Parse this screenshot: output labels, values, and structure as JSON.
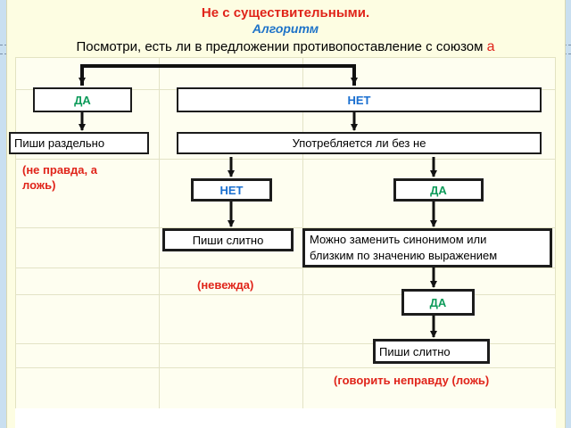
{
  "header": {
    "title": "Не с существительными.",
    "subtitle": "Алгоритм",
    "question": "Посмотри, есть ли в предложении противопоставление с союзом",
    "question_conjunction": "а"
  },
  "nodes": {
    "yes_top": "ДА",
    "no_top": "НЕТ",
    "write_separately": "Пиши раздельно",
    "used_without_ne": "Употребляется ли без не",
    "no_mid": "НЕТ",
    "yes_mid": "ДА",
    "write_together_1": "Пиши слитно",
    "synonym_line1": "Можно заменить синонимом или",
    "synonym_line2": "близким по значению выражением",
    "yes_bottom": "ДА",
    "write_together_2": "Пиши слитно"
  },
  "examples": {
    "separate_line1": "(не правда, а",
    "separate_line2": "ложь)",
    "ignorant": "(невежда)",
    "lie": "(говорить неправду (ложь)"
  },
  "colors": {
    "red": "#e0241a",
    "blue": "#1a6fd0",
    "green": "#0d9b5a",
    "background": "#fdfde2"
  }
}
